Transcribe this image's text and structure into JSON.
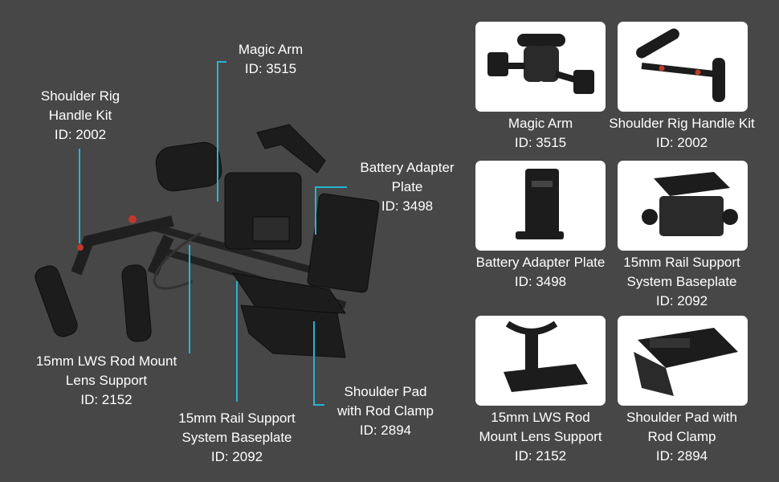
{
  "callouts": [
    {
      "key": "magic_arm",
      "text": "Magic Arm\nID: 3515"
    },
    {
      "key": "shoulder_handle",
      "text": "Shoulder Rig\nHandle Kit\nID: 2002"
    },
    {
      "key": "battery_plate",
      "text": "Battery Adapter\nPlate\nID: 3498"
    },
    {
      "key": "lws_support",
      "text": "15mm LWS Rod Mount\nLens Support\nID: 2152"
    },
    {
      "key": "rail_baseplate",
      "text": "15mm Rail Support\nSystem Baseplate\nID: 2092"
    },
    {
      "key": "shoulder_pad",
      "text": "Shoulder Pad\nwith Rod Clamp\nID: 2894"
    }
  ],
  "products": [
    {
      "caption": "Magic Arm\nID: 3515"
    },
    {
      "caption": "Shoulder Rig Handle Kit\nID: 2002"
    },
    {
      "caption": "Battery Adapter Plate\nID: 3498"
    },
    {
      "caption": "15mm Rail Support\nSystem Baseplate\nID: 2092"
    },
    {
      "caption": "15mm LWS Rod\nMount Lens Support\nID: 2152"
    },
    {
      "caption": "Shoulder Pad with\nRod Clamp\nID: 2894"
    }
  ],
  "colors": {
    "background": "#474747",
    "leader": "#28b4d2",
    "card": "#ffffff",
    "accent": "#c0392b"
  }
}
